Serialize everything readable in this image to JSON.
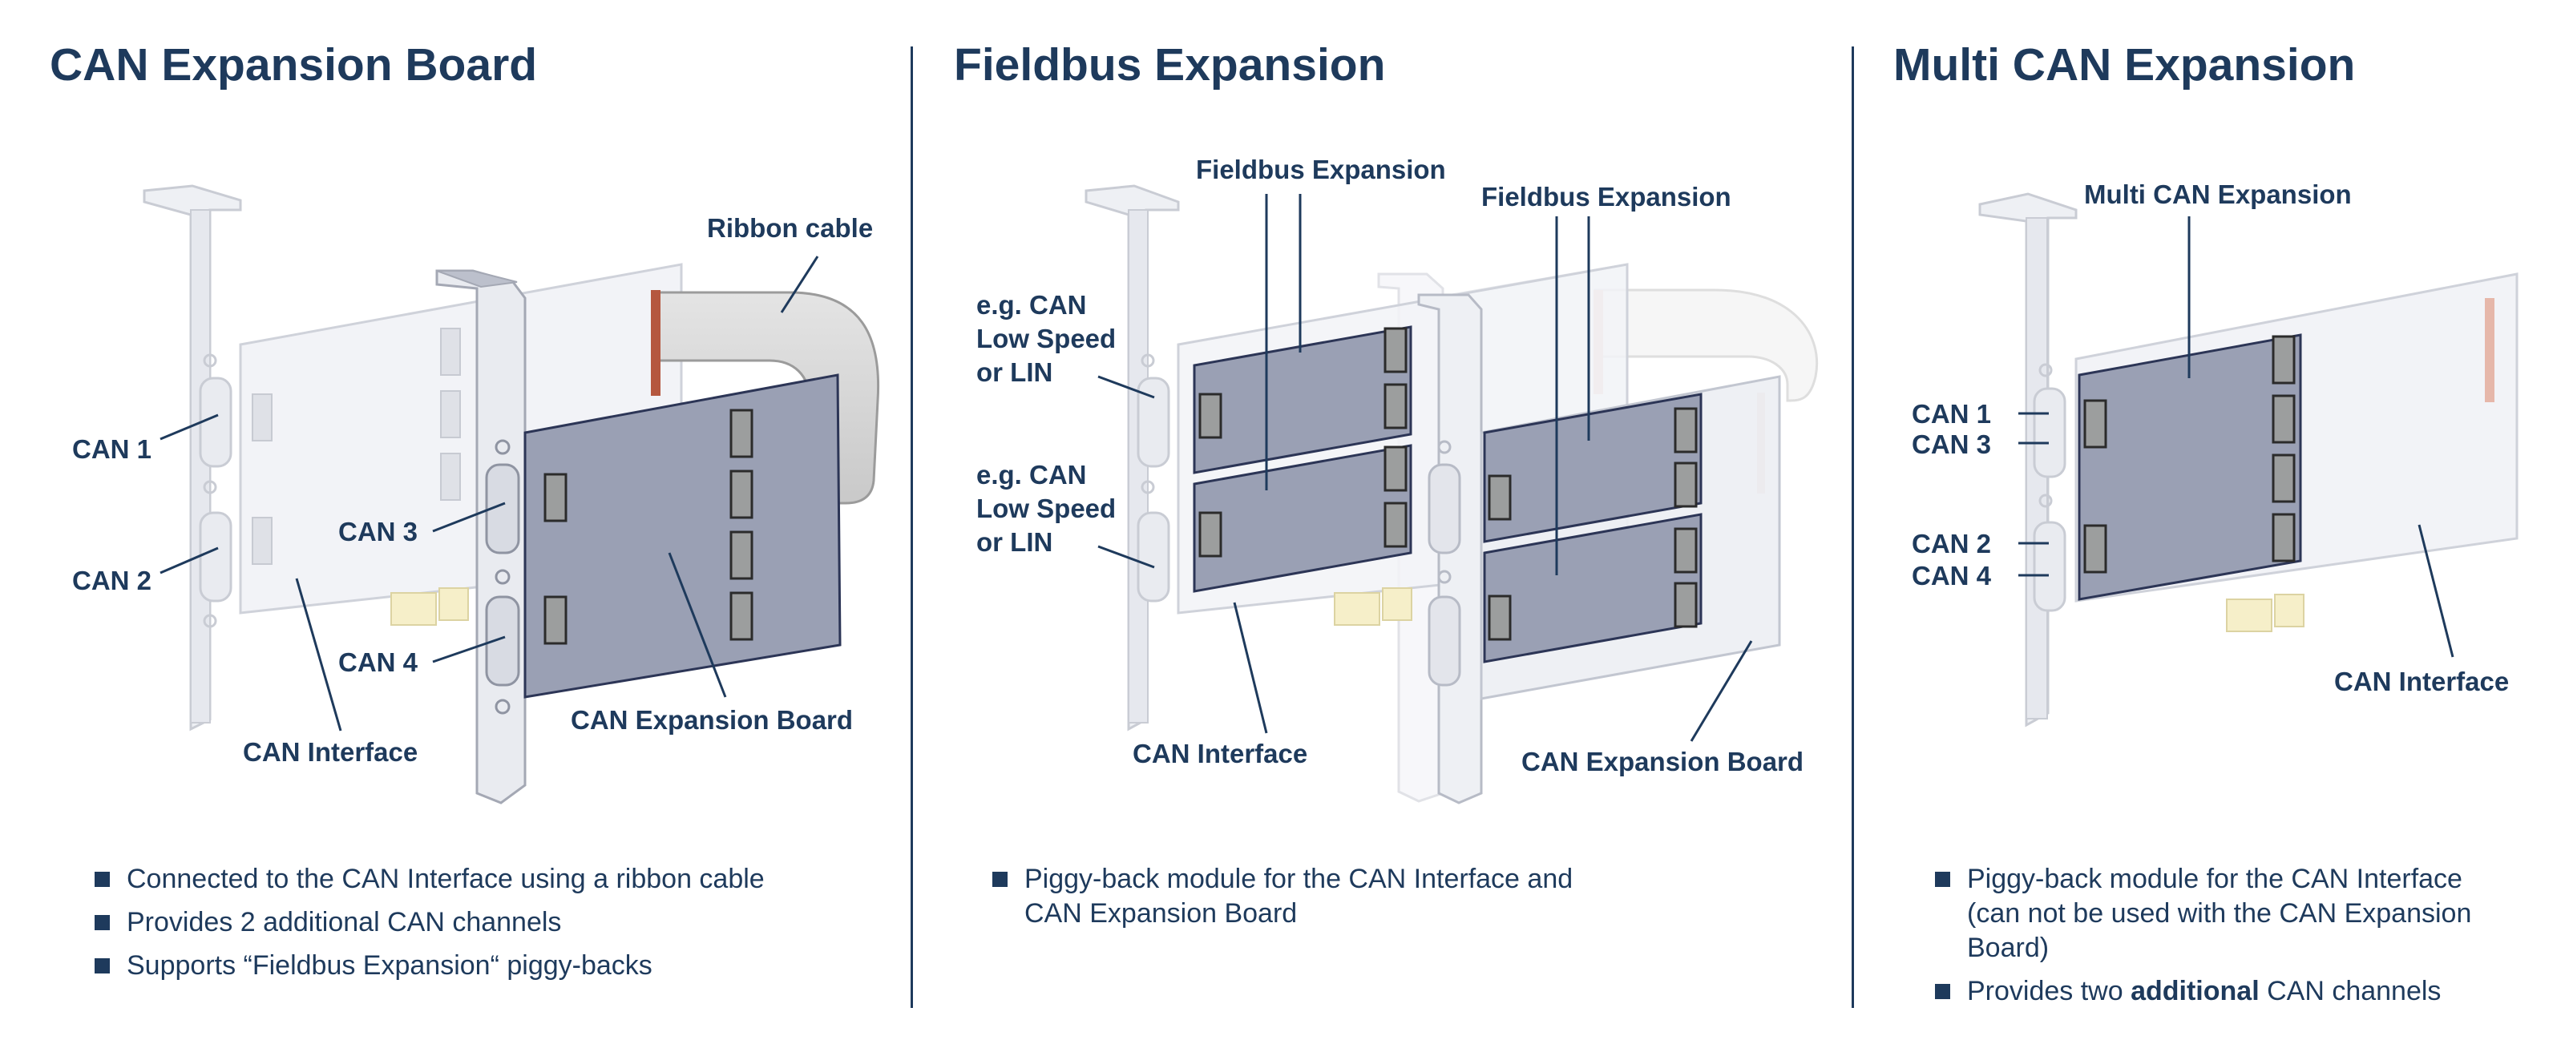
{
  "panels": [
    {
      "title": "CAN Expansion Board",
      "labels": {
        "can1": "CAN 1",
        "can2": "CAN 2",
        "can3": "CAN 3",
        "can4": "CAN 4",
        "ribbon_cable": "Ribbon cable",
        "can_interface": "CAN Interface",
        "can_expansion_board": "CAN Expansion Board"
      },
      "bullets": [
        "Connected to the CAN Interface using a ribbon cable",
        "Provides 2 additional CAN channels",
        "Supports “Fieldbus Expansion“ piggy-backs"
      ]
    },
    {
      "title": "Fieldbus Expansion",
      "labels": {
        "fieldbus_expansion_1": "Fieldbus Expansion",
        "fieldbus_expansion_2": "Fieldbus Expansion",
        "eg_can_1": [
          "e.g. CAN",
          "Low Speed",
          "or LIN"
        ],
        "eg_can_2": [
          "e.g. CAN",
          "Low Speed",
          "or LIN"
        ],
        "can_interface": "CAN Interface",
        "can_expansion_board": "CAN Expansion Board"
      },
      "bullets": [
        [
          "Piggy-back module for the CAN Interface and",
          "CAN Expansion Board"
        ]
      ]
    },
    {
      "title": "Multi CAN Expansion",
      "labels": {
        "multi_can_expansion": "Multi CAN Expansion",
        "can1": "CAN 1",
        "can3": "CAN 3",
        "can2": "CAN 2",
        "can4": "CAN 4",
        "can_interface": "CAN Interface"
      },
      "bullets": [
        [
          "Piggy-back module for the CAN Interface",
          "(can not be used with the CAN Expansion",
          "Board)"
        ],
        {
          "before": "Provides two ",
          "bold": "additional",
          "after": " CAN channels"
        }
      ]
    }
  ],
  "colors": {
    "text": "#1e3a5c",
    "board": "#f1f2f6",
    "expansion_module": "#9aa0b4",
    "ribbon_connector": "#b5573f"
  }
}
